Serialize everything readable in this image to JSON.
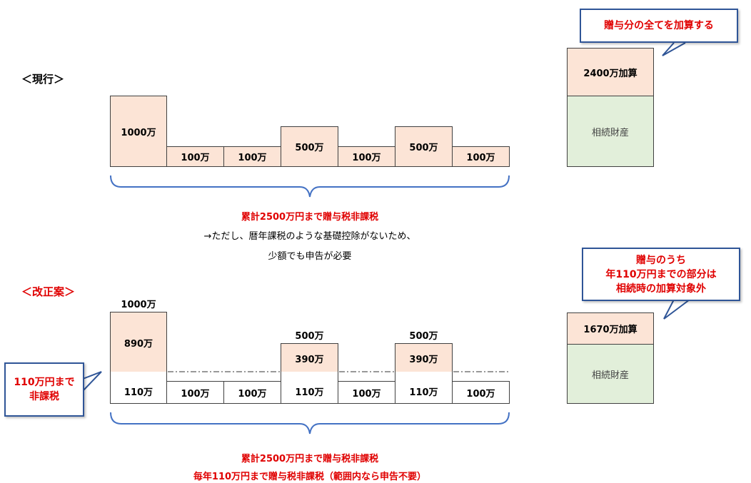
{
  "current": {
    "heading": "＜現行＞",
    "amounts": [
      "1000万",
      "100万",
      "100万",
      "500万",
      "100万",
      "500万",
      "100万"
    ],
    "caption_red": "累計2500万円まで贈与税非課税",
    "caption_line2": "→ただし、暦年課税のような基礎控除がないため、",
    "caption_line3": "少額でも申告が必要",
    "inheritance_add": "2400万加算",
    "inheritance_label": "相続財産",
    "callout": "贈与分の全てを加算する"
  },
  "proposal": {
    "heading": "＜改正案＞",
    "above_labels": [
      "1000万",
      "500万",
      "500万"
    ],
    "upper_amounts": [
      "890万",
      "390万",
      "390万"
    ],
    "lower_amounts": [
      "110万",
      "100万",
      "100万",
      "110万",
      "100万",
      "110万",
      "100万"
    ],
    "left_callout_line1": "110万円まで",
    "left_callout_line2": "非課税",
    "caption_line1": "累計2500万円まで贈与税非課税",
    "caption_line2": "毎年110万円まで贈与税非課税（範囲内なら申告不要）",
    "inheritance_add": "1670万加算",
    "inheritance_label": "相続財産",
    "callout_line1": "贈与のうち",
    "callout_line2": "年110万円までの部分は",
    "callout_line3": "相続時の加算対象外"
  },
  "colors": {
    "gift_fill": "#fce4d6",
    "inheritance_fill": "#e2efda",
    "emphasis_red": "#e00000",
    "callout_border": "#2f5597",
    "brace": "#4472c4"
  }
}
